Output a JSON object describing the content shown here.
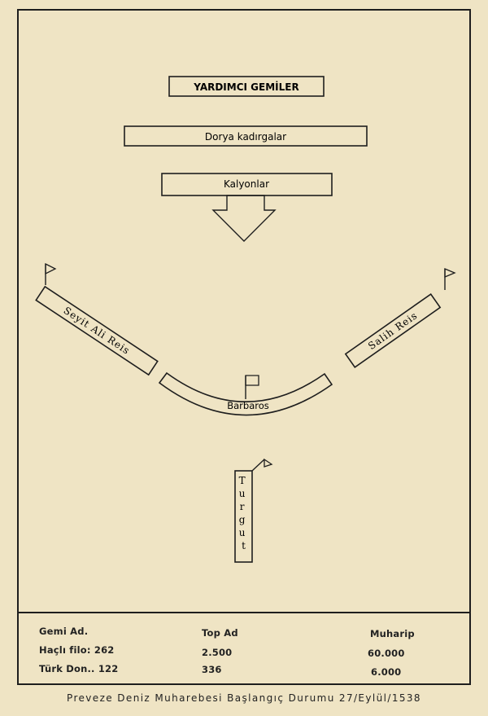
{
  "diagram": {
    "support_ships": "YARDIMCI GEMİLER",
    "galleys": "Dorya kadırgalar",
    "galleons": "Kalyonlar",
    "left_wing": "Seyit Ali Reis",
    "center": "Barbaros",
    "right_wing": "Salih Reis",
    "rear": "Turgut"
  },
  "table": {
    "headers": [
      "Gemi Ad.",
      "Top Ad",
      "Muharip"
    ],
    "rows": [
      {
        "fleet": "Haçlı filo:",
        "ships": "262",
        "cannons": "2.500",
        "combatants": "60.000"
      },
      {
        "fleet": "Türk Don..",
        "ships": "122",
        "cannons": "336",
        "combatants": "6.000"
      }
    ]
  },
  "caption": "Preveze Deniz Muharebesi Başlangıç Durumu 27/Eylül/1538"
}
